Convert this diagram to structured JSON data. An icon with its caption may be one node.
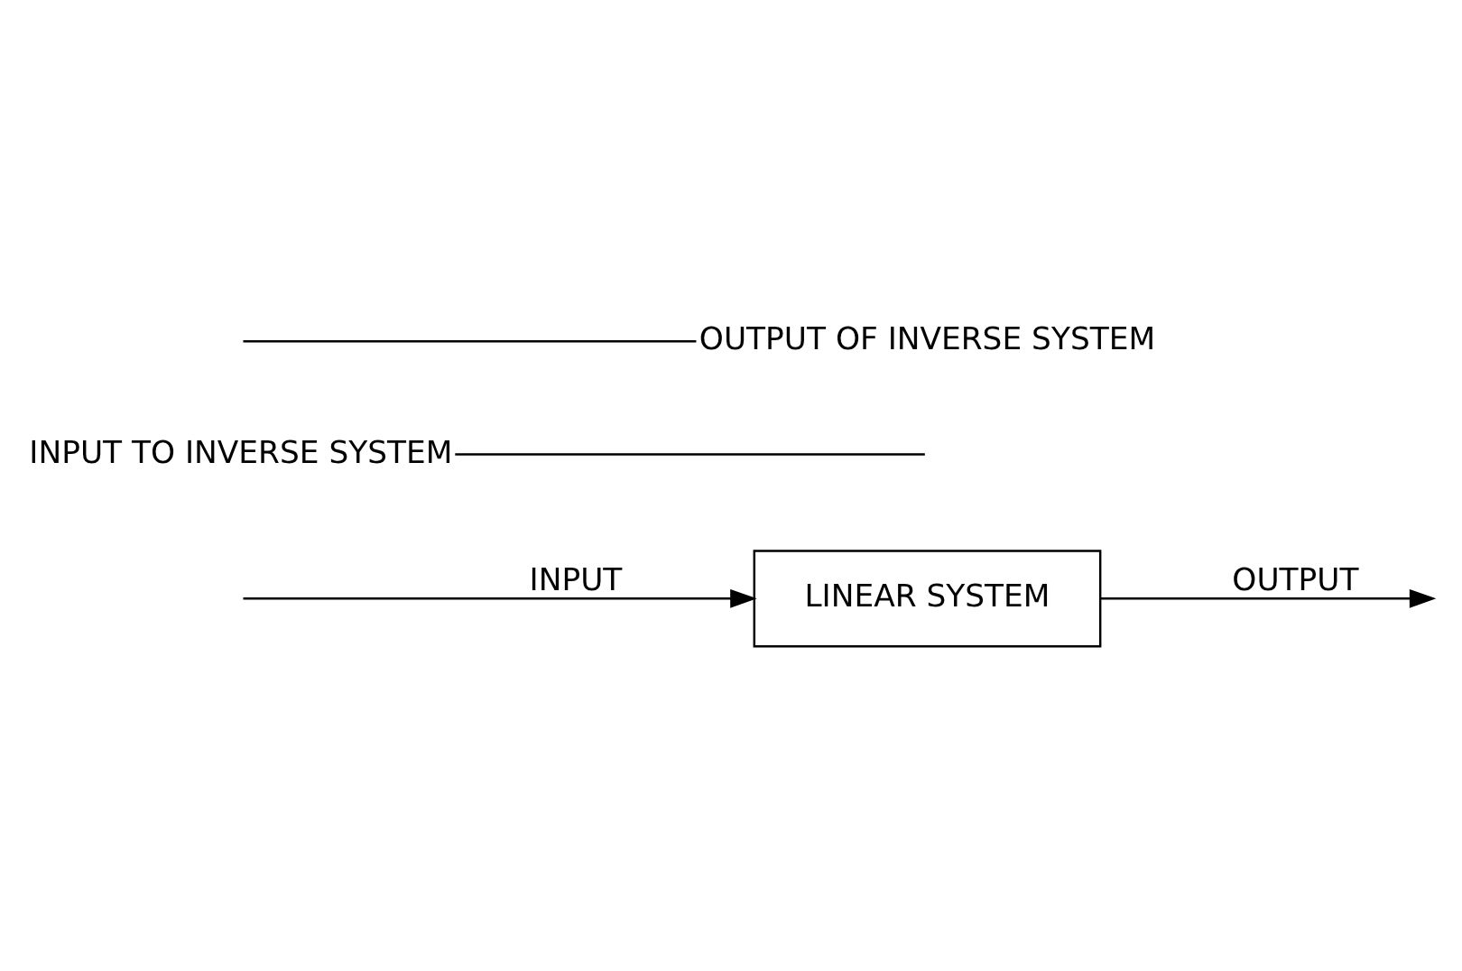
{
  "diagram": {
    "nodes": [
      {
        "text": [
          "LINEAR SYSTEM"
        ]
      },
      {
        "text": [
          "INPUT TO INVERSE SYSTEM"
        ]
      },
      {
        "text": [
          "OUTPUT OF INVERSE SYSTEM"
        ]
      }
    ],
    "edges": [
      {
        "from": null,
        "to": 0,
        "arrow": "to",
        "label": "INPUT"
      },
      {
        "from": 0,
        "to": null,
        "arrow": "to",
        "label": "OUTPUT"
      },
      {
        "from": 1,
        "to": null,
        "arrow": "none"
      },
      {
        "from": null,
        "to": 2,
        "arrow": "none"
      }
    ]
  }
}
